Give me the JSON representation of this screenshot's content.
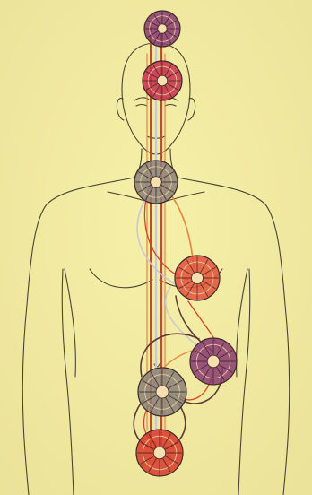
{
  "colors": {
    "background": "#f6f0a8",
    "background_edge": "#ece39a",
    "outline": "#4a4434",
    "channel_red": "#d8402c",
    "channel_pale": "#c8c8d8",
    "channel_orange": "#e8843c",
    "channel_dark": "#5a3a3a",
    "chakra_magenta": "#c8304a",
    "chakra_red": "#d8382a",
    "chakra_orange_red": "#e2503a",
    "chakra_grey": "#8a8078",
    "chakra_violet": "#8a3a70"
  },
  "diagram": {
    "chakras": [
      {
        "name": "crown",
        "color_key": "chakra_violet"
      },
      {
        "name": "brow",
        "color_key": "chakra_magenta"
      },
      {
        "name": "throat",
        "color_key": "chakra_grey"
      },
      {
        "name": "heart",
        "color_key": "chakra_orange_red"
      },
      {
        "name": "solar-plexus",
        "color_key": "chakra_violet"
      },
      {
        "name": "sacral",
        "color_key": "chakra_grey"
      },
      {
        "name": "root",
        "color_key": "chakra_red"
      }
    ]
  }
}
